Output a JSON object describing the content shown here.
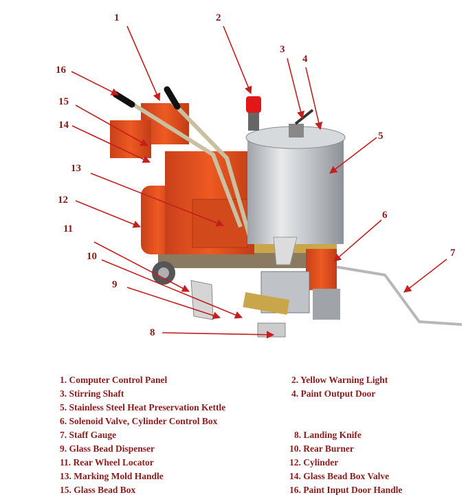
{
  "callouts": [
    "1",
    "2",
    "3",
    "4",
    "5",
    "6",
    "7",
    "8",
    "9",
    "10",
    "11",
    "12",
    "13",
    "14",
    "15",
    "16"
  ],
  "legend": [
    "1.  Computer Control Panel",
    "2. Yellow Warning Light",
    "3. Stirring Shaft",
    "4. Paint Output Door",
    "5. Stainless Steel Heat Preservation Kettle",
    "6. Solenoid Valve, Cylinder Control Box",
    "7. Staff Gauge",
    "8. Landing Knife",
    "9. Glass Bead Dispenser",
    "10. Rear Burner",
    "11. Rear Wheel Locator",
    "12. Cylinder",
    "13. Marking Mold Handle",
    "14. Glass Bead Box Valve",
    "15. Glass Bead Box",
    "16. Paint Input Door Handle"
  ],
  "colors": {
    "label": "#8b1a1a",
    "arrow": "#c41e1e",
    "machine_orange": "#e8501e",
    "kettle_steel": "#c9ccd0"
  }
}
